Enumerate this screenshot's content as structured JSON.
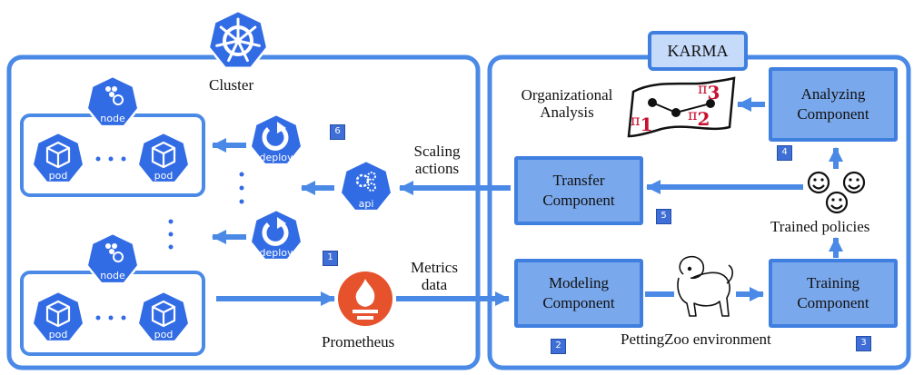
{
  "cluster": {
    "title": "Cluster",
    "node_label": "node",
    "pod_label": "pod",
    "deploy_label": "deploy",
    "api_label": "api"
  },
  "karma": {
    "title": "KARMA",
    "analyzing": "Analyzing Component",
    "transfer": "Transfer Component",
    "modeling": "Modeling Component",
    "training": "Training Component"
  },
  "labels": {
    "organizational_analysis_1": "Organizational",
    "organizational_analysis_2": "Analysis",
    "scaling_1": "Scaling",
    "scaling_2": "actions",
    "metrics_1": "Metrics",
    "metrics_2": "data",
    "trained_policies": "Trained policies",
    "pettingzoo": "PettingZoo environment",
    "prometheus": "Prometheus"
  },
  "badges": [
    "1",
    "2",
    "3",
    "4",
    "5",
    "6"
  ],
  "policy_map": {
    "p1": "π",
    "s1": "1",
    "p2": "π",
    "s2": "2",
    "p3": "π",
    "s3": "3"
  },
  "colors": {
    "k8s_blue": "#326ce5",
    "frame_blue": "#4a8ae6",
    "component_fill": "#7aa8ec",
    "badge_fill": "#3f6fd6",
    "prometheus": "#e6522c",
    "policy_red": "#c8102e"
  }
}
